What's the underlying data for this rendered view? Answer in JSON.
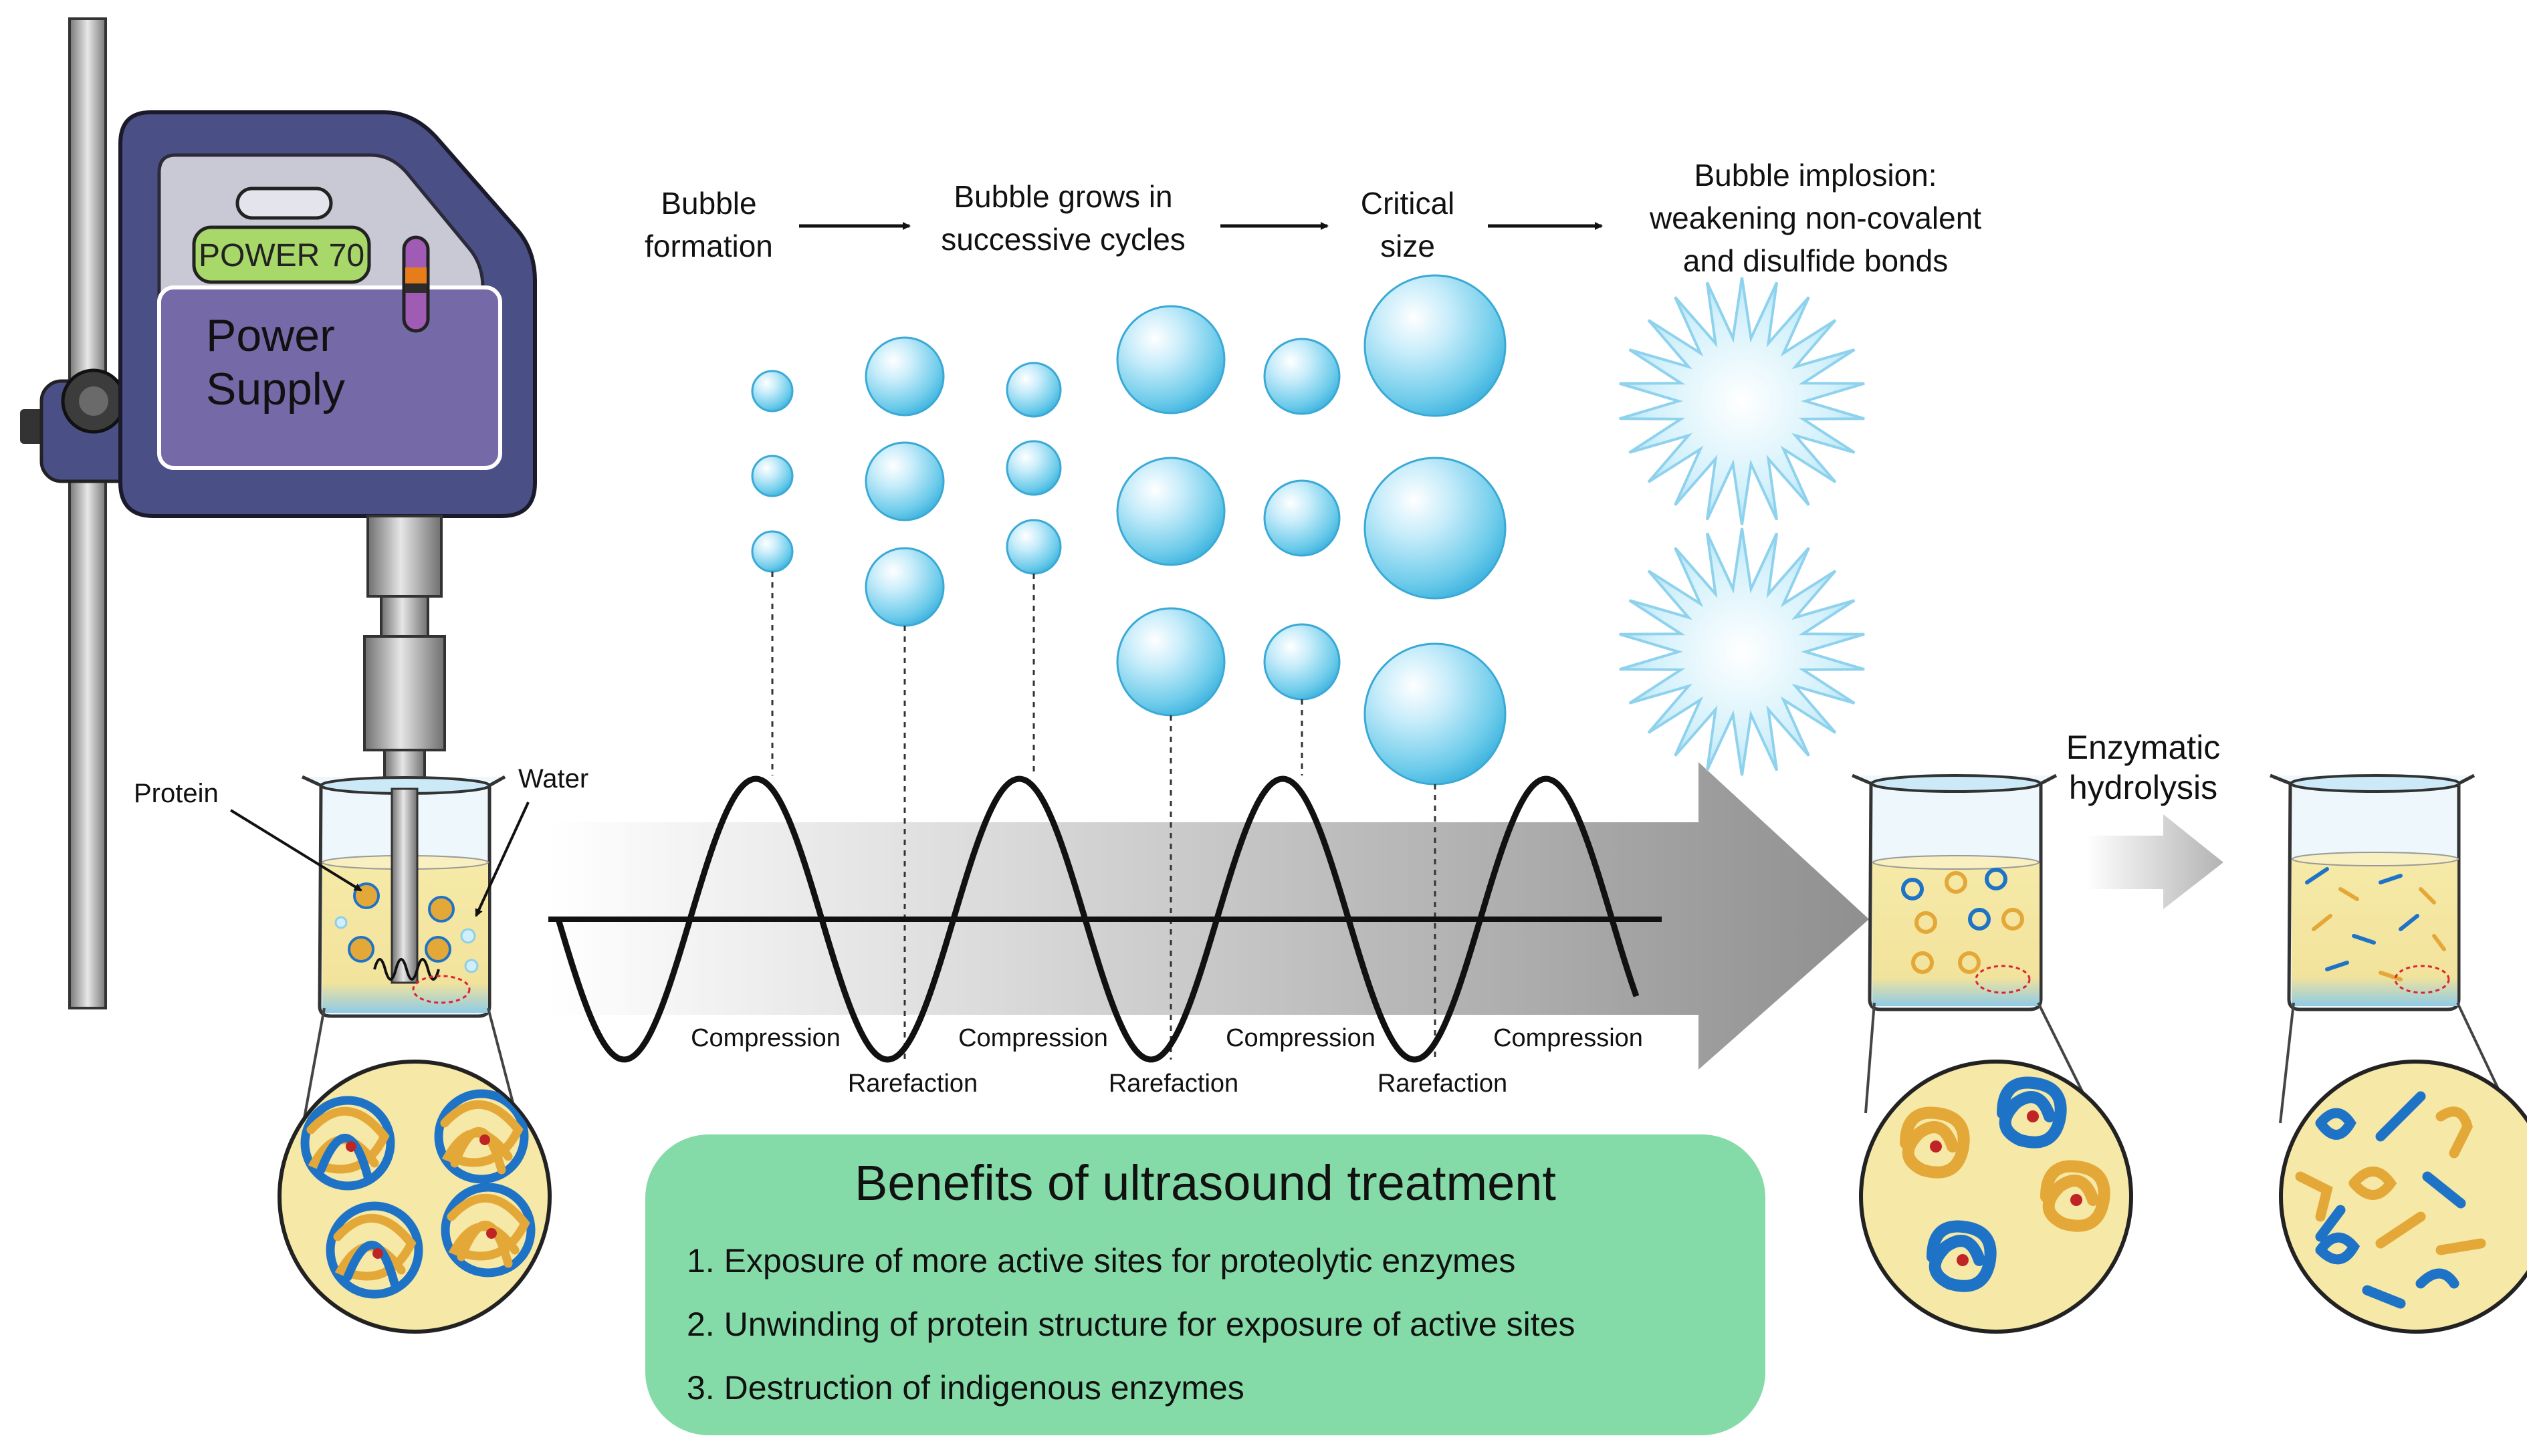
{
  "device": {
    "display_text": "POWER 70",
    "label_line1": "Power",
    "label_line2": "Supply"
  },
  "beaker_labels": {
    "protein": "Protein",
    "water": "Water"
  },
  "process": {
    "steps": [
      {
        "line1": "Bubble",
        "line2": "formation"
      },
      {
        "line1": "Bubble grows in",
        "line2": "successive cycles"
      },
      {
        "line1": "Critical",
        "line2": "size"
      },
      {
        "line1": "Bubble implosion:",
        "line2": "weakening non-covalent",
        "line3": "and disulfide bonds"
      }
    ]
  },
  "wave_labels": {
    "compression": [
      "Compression",
      "Compression",
      "Compression",
      "Compression"
    ],
    "rarefaction": [
      "Rarefaction",
      "Rarefaction",
      "Rarefaction"
    ]
  },
  "enzymatic": {
    "line1": "Enzymatic",
    "line2": "hydrolysis"
  },
  "benefits": {
    "title": "Benefits of ultrasound treatment",
    "items": [
      "1. Exposure of more active sites for proteolytic enzymes",
      "2. Unwinding of protein structure for exposure of active sites",
      "3. Destruction of indigenous enzymes"
    ]
  },
  "colors": {
    "device_body": "#4a4f86",
    "device_panel": "#7669a8",
    "display": "#a8d86a",
    "benefits_panel": "#84dba8",
    "bubble": "#7fd0ee",
    "protein_blue": "#1f73c6",
    "protein_gold": "#e4a838"
  }
}
